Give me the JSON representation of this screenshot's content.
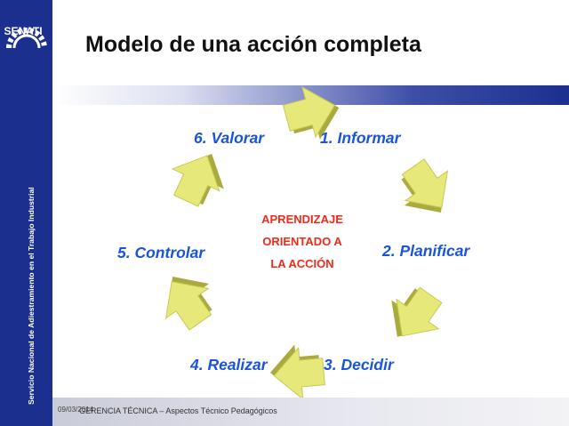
{
  "title": "Modelo de una acción completa",
  "logo": {
    "text": "SENATI",
    "name": "gear-icon"
  },
  "sidebar": {
    "text": "Servicio Nacional de Adiestramiento en el Trabajo Industrial"
  },
  "steps": [
    "1. Informar",
    "2. Planificar",
    "3. Decidir",
    "4. Realizar",
    "5. Controlar",
    "6. Valorar"
  ],
  "center": {
    "line1": "APRENDIZAJE",
    "line2": "ORIENTADO A",
    "line3": "LA ACCIÓN"
  },
  "footer": {
    "date": "09/03/2014",
    "text": "GERENCIA TÉCNICA – Aspectos Técnico Pedagógicos"
  },
  "colors": {
    "sidebar": "#1b2f8f",
    "arrow": "#e6e879",
    "step_text": "#1a55d8",
    "center_text": "#ee2a1a"
  }
}
